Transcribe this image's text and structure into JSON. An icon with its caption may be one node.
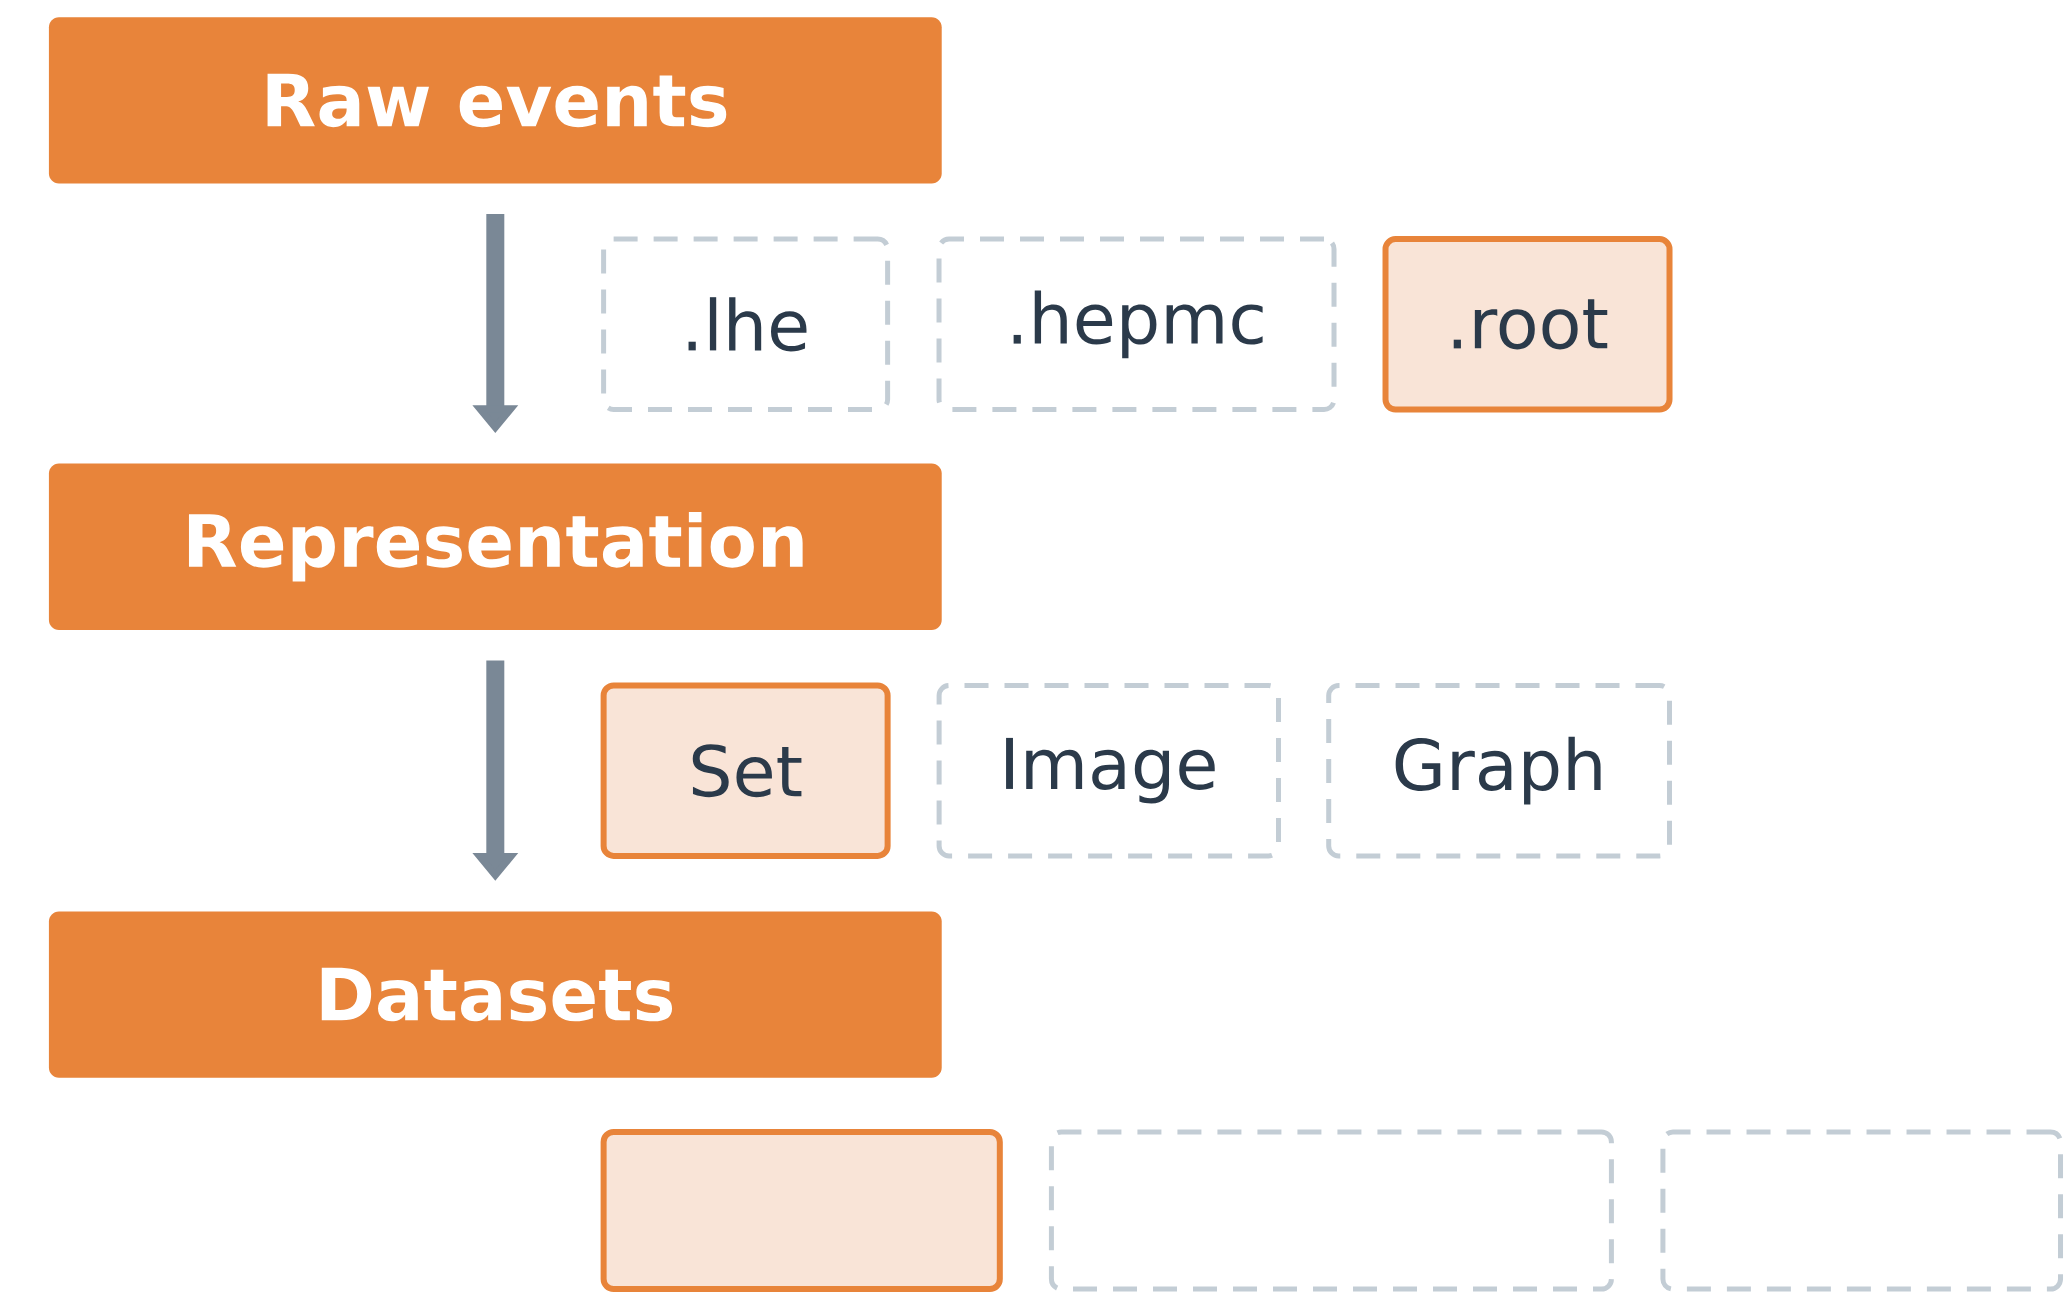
{
  "diagram": {
    "nodes": [
      {
        "text": [
          "Raw events"
        ]
      },
      {
        "text": [
          ".lhe"
        ]
      },
      {
        "text": [
          ".hepmc"
        ]
      },
      {
        "text": [
          ".root"
        ]
      },
      {
        "text": [
          "Representation"
        ]
      },
      {
        "text": [
          "Set"
        ]
      },
      {
        "text": [
          "Image"
        ]
      },
      {
        "text": [
          "Graph"
        ]
      },
      {
        "text": [
          "Datasets"
        ]
      },
      {
        "text": [],
        "shape": "box"
      },
      {
        "text": [],
        "shape": "box"
      },
      {
        "text": [],
        "shape": "box"
      }
    ],
    "edges": [
      {
        "from": 0,
        "to": 4,
        "arrow": "to"
      },
      {
        "from": 4,
        "to": 8,
        "arrow": "to"
      }
    ]
  }
}
